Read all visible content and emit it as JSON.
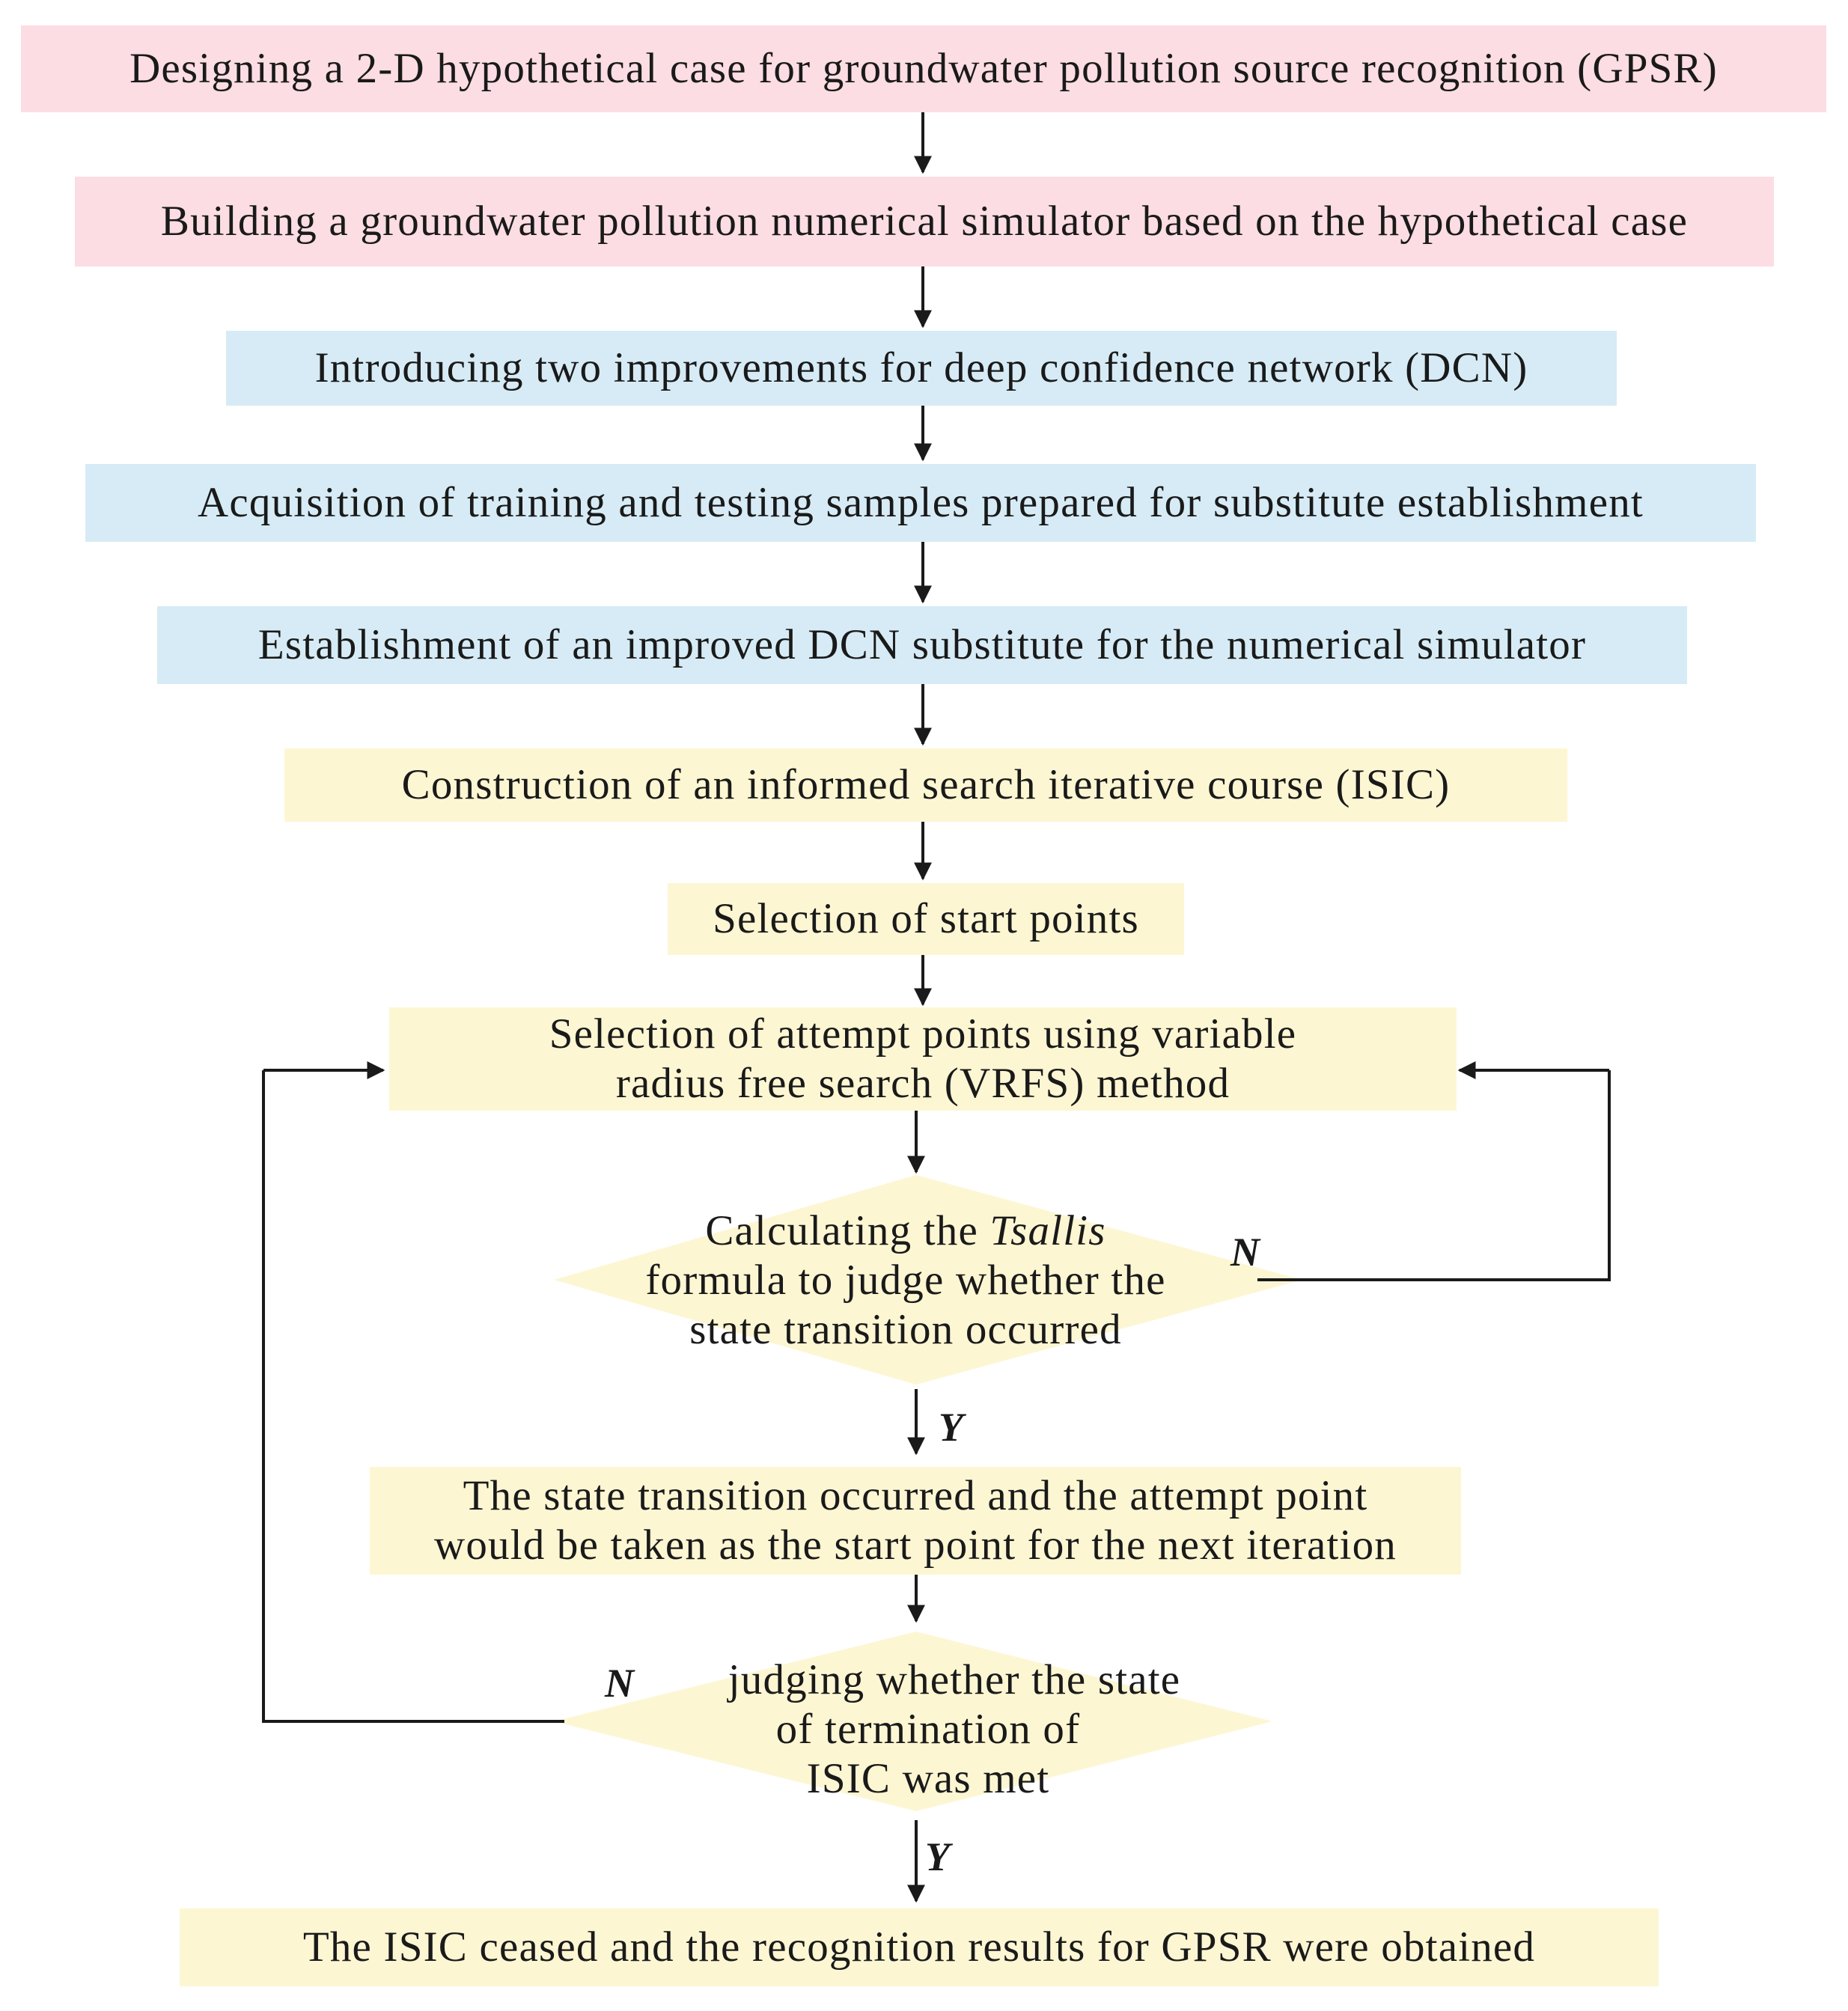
{
  "steps": {
    "s1": "Designing a 2-D hypothetical case for groundwater pollution source recognition  (GPSR)",
    "s2": "Building a groundwater pollution numerical simulator based on the hypothetical case",
    "s3": "Introducing two improvements for deep  confidence  network (DCN)",
    "s4": "Acquisition of training and testing samples prepared for substitute establishment",
    "s5": "Establishment of an improved  DCN  substitute for the numerical simulator",
    "s6": "Construction  of  an  informed  search  iterative  course (ISIC)",
    "s7": "Selection  of  start  points",
    "s8_line1": "Selection  of  attempt  points  using  variable",
    "s8_line2": "radius free search (VRFS) method",
    "s10_line1": "The  state transition occurred and the attempt point",
    "s10_line2": "would be taken as the start point for the next iteration",
    "s12": "The  ISIC  ceased  and  the  recognition results for GPSR were obtained"
  },
  "decision1": {
    "line1_prefix": "Calculating the ",
    "line1_italic": "Tsallis",
    "line2": "formula to judge whether the",
    "line3": "state transition occurred",
    "no_label": "N",
    "yes_label": "Y"
  },
  "decision2": {
    "line1": "judging whether the state",
    "line2": "of termination of",
    "line3": "ISIC was met",
    "no_label": "N",
    "yes_label": "Y"
  },
  "colors": {
    "pink": "#fbdde3",
    "blue": "#d6ebf5",
    "yellow": "#fdf6d3",
    "line": "#1a1a1a"
  }
}
